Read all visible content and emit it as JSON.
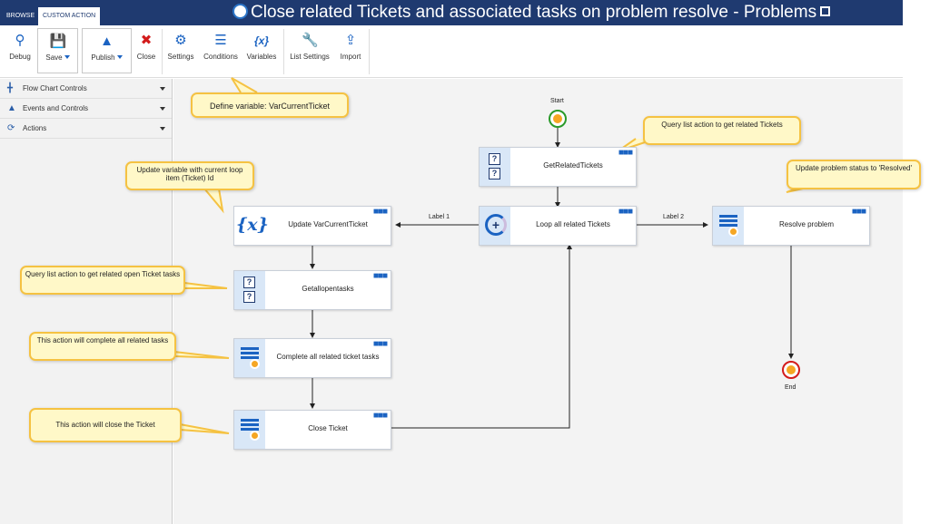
{
  "tabs": {
    "browse": "BROWSE",
    "custom_action": "CUSTOM ACTION"
  },
  "title": "Close related Tickets and associated tasks on problem resolve - Problems",
  "ribbon": {
    "debug": "Debug",
    "save": "Save",
    "publish": "Publish",
    "close": "Close",
    "settings": "Settings",
    "conditions": "Conditions",
    "variables": "Variables",
    "list_settings": "List Settings",
    "import": "Import"
  },
  "sidebar": {
    "items": [
      {
        "label": "Flow Chart Controls"
      },
      {
        "label": "Events and Controls"
      },
      {
        "label": "Actions"
      }
    ]
  },
  "flow": {
    "start": "Start",
    "end": "End",
    "nodes": {
      "get_related_tickets": "GetRelatedTickets",
      "loop": "Loop all related Tickets",
      "update_var": "Update VarCurrentTicket",
      "resolve": "Resolve problem",
      "get_open_tasks": "Getallopentasks",
      "complete_tasks": "Complete all related ticket tasks",
      "close_ticket": "Close Ticket"
    },
    "edge_labels": {
      "label1": "Label 1",
      "label2": "Label 2"
    }
  },
  "callouts": {
    "define_var": "Define variable: VarCurrentTicket",
    "query_related": "Query list action to get related Tickets",
    "update_var": "Update variable with current loop item (Ticket) Id",
    "update_status": "Update problem status to 'Resolved'",
    "query_open": "Query list action to get related open Ticket tasks",
    "complete_all": "This action will complete all related tasks",
    "close_ticket": "This action will close the Ticket"
  },
  "colors": {
    "header": "#1f3a70",
    "accent": "#1b63c2",
    "callout_bg": "#fff8c8",
    "callout_border": "#f5c242"
  }
}
